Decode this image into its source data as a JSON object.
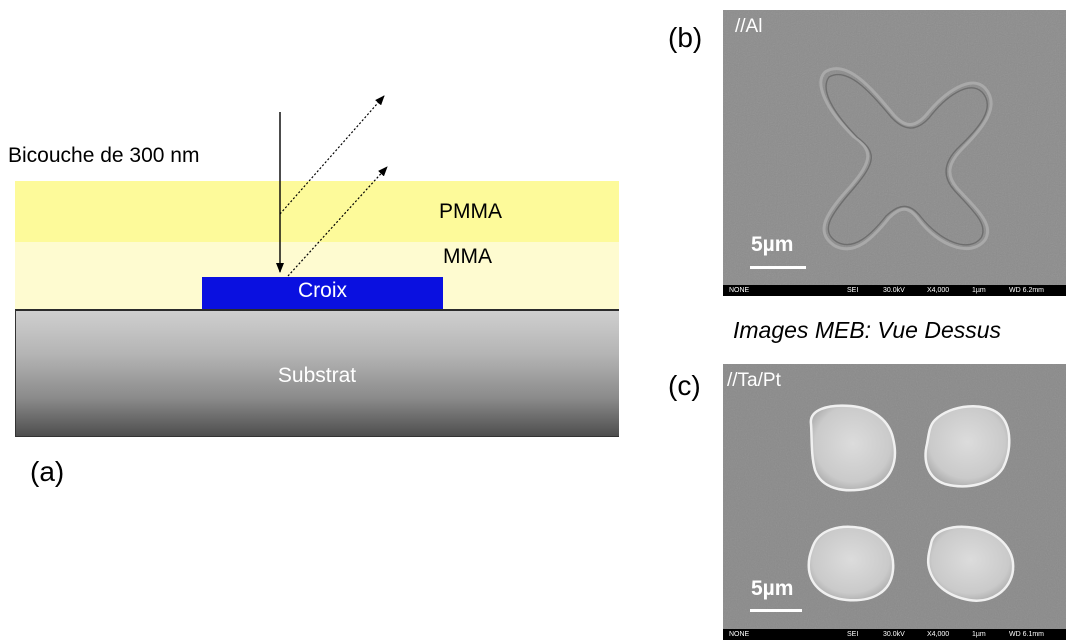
{
  "panel_a": {
    "label": "(a)",
    "bilayer_label": "Bicouche de 300 nm",
    "layers": {
      "pmma": "PMMA",
      "mma": "MMA",
      "croix": "Croix",
      "substrat": "Substrat"
    },
    "colors": {
      "pmma": "#fdfa9a",
      "mma": "#fefbd0",
      "croix": "#0a10e0",
      "substrat": "#9a9a9a"
    }
  },
  "panel_b": {
    "label": "(b)",
    "sample": "//Al",
    "scale_bar": "5µm",
    "info_bar": {
      "mode": "NONE",
      "detector": "SEI",
      "voltage": "30.0kV",
      "magnification": "X4,000",
      "scale": "1µm",
      "wd": "WD 6.2mm"
    }
  },
  "caption": "Images MEB: Vue Dessus",
  "panel_c": {
    "label": "(c)",
    "sample": "//Ta/Pt",
    "scale_bar": "5µm",
    "info_bar": {
      "mode": "NONE",
      "detector": "SEI",
      "voltage": "30.0kV",
      "magnification": "X4,000",
      "scale": "1µm",
      "wd": "WD 6.1mm"
    }
  }
}
